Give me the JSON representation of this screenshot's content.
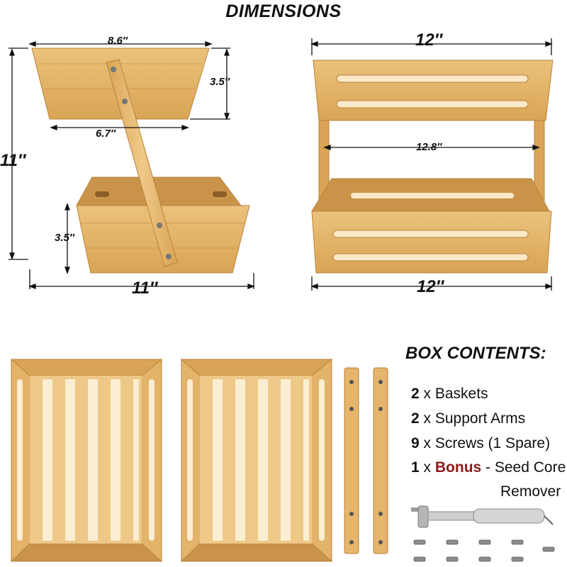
{
  "title": "DIMENSIONS",
  "left_view": {
    "top_width": "8.6″",
    "inner_width": "6.7″",
    "top_height": "3.5″",
    "bottom_height": "3.5″",
    "total_height": "11″",
    "bottom_width": "11″"
  },
  "right_view": {
    "top_width": "12″",
    "inner_width": "12.8″",
    "bottom_width": "12″"
  },
  "box_contents": {
    "title": "BOX CONTENTS:",
    "items": [
      {
        "qty": "2",
        "sep": "x",
        "label": "Baskets"
      },
      {
        "qty": "2",
        "sep": "x",
        "label": "Support Arms"
      },
      {
        "qty": "9",
        "sep": "x",
        "label": "Screws (1 Spare)"
      },
      {
        "qty": "1",
        "sep": "x",
        "highlight": "Bonus",
        "label": "- Seed Core",
        "label2": "Remover"
      }
    ]
  },
  "colors": {
    "bamboo": "#e4b56b",
    "bamboo_dark": "#c98e3f",
    "bonus_red": "#8b1a1a"
  }
}
